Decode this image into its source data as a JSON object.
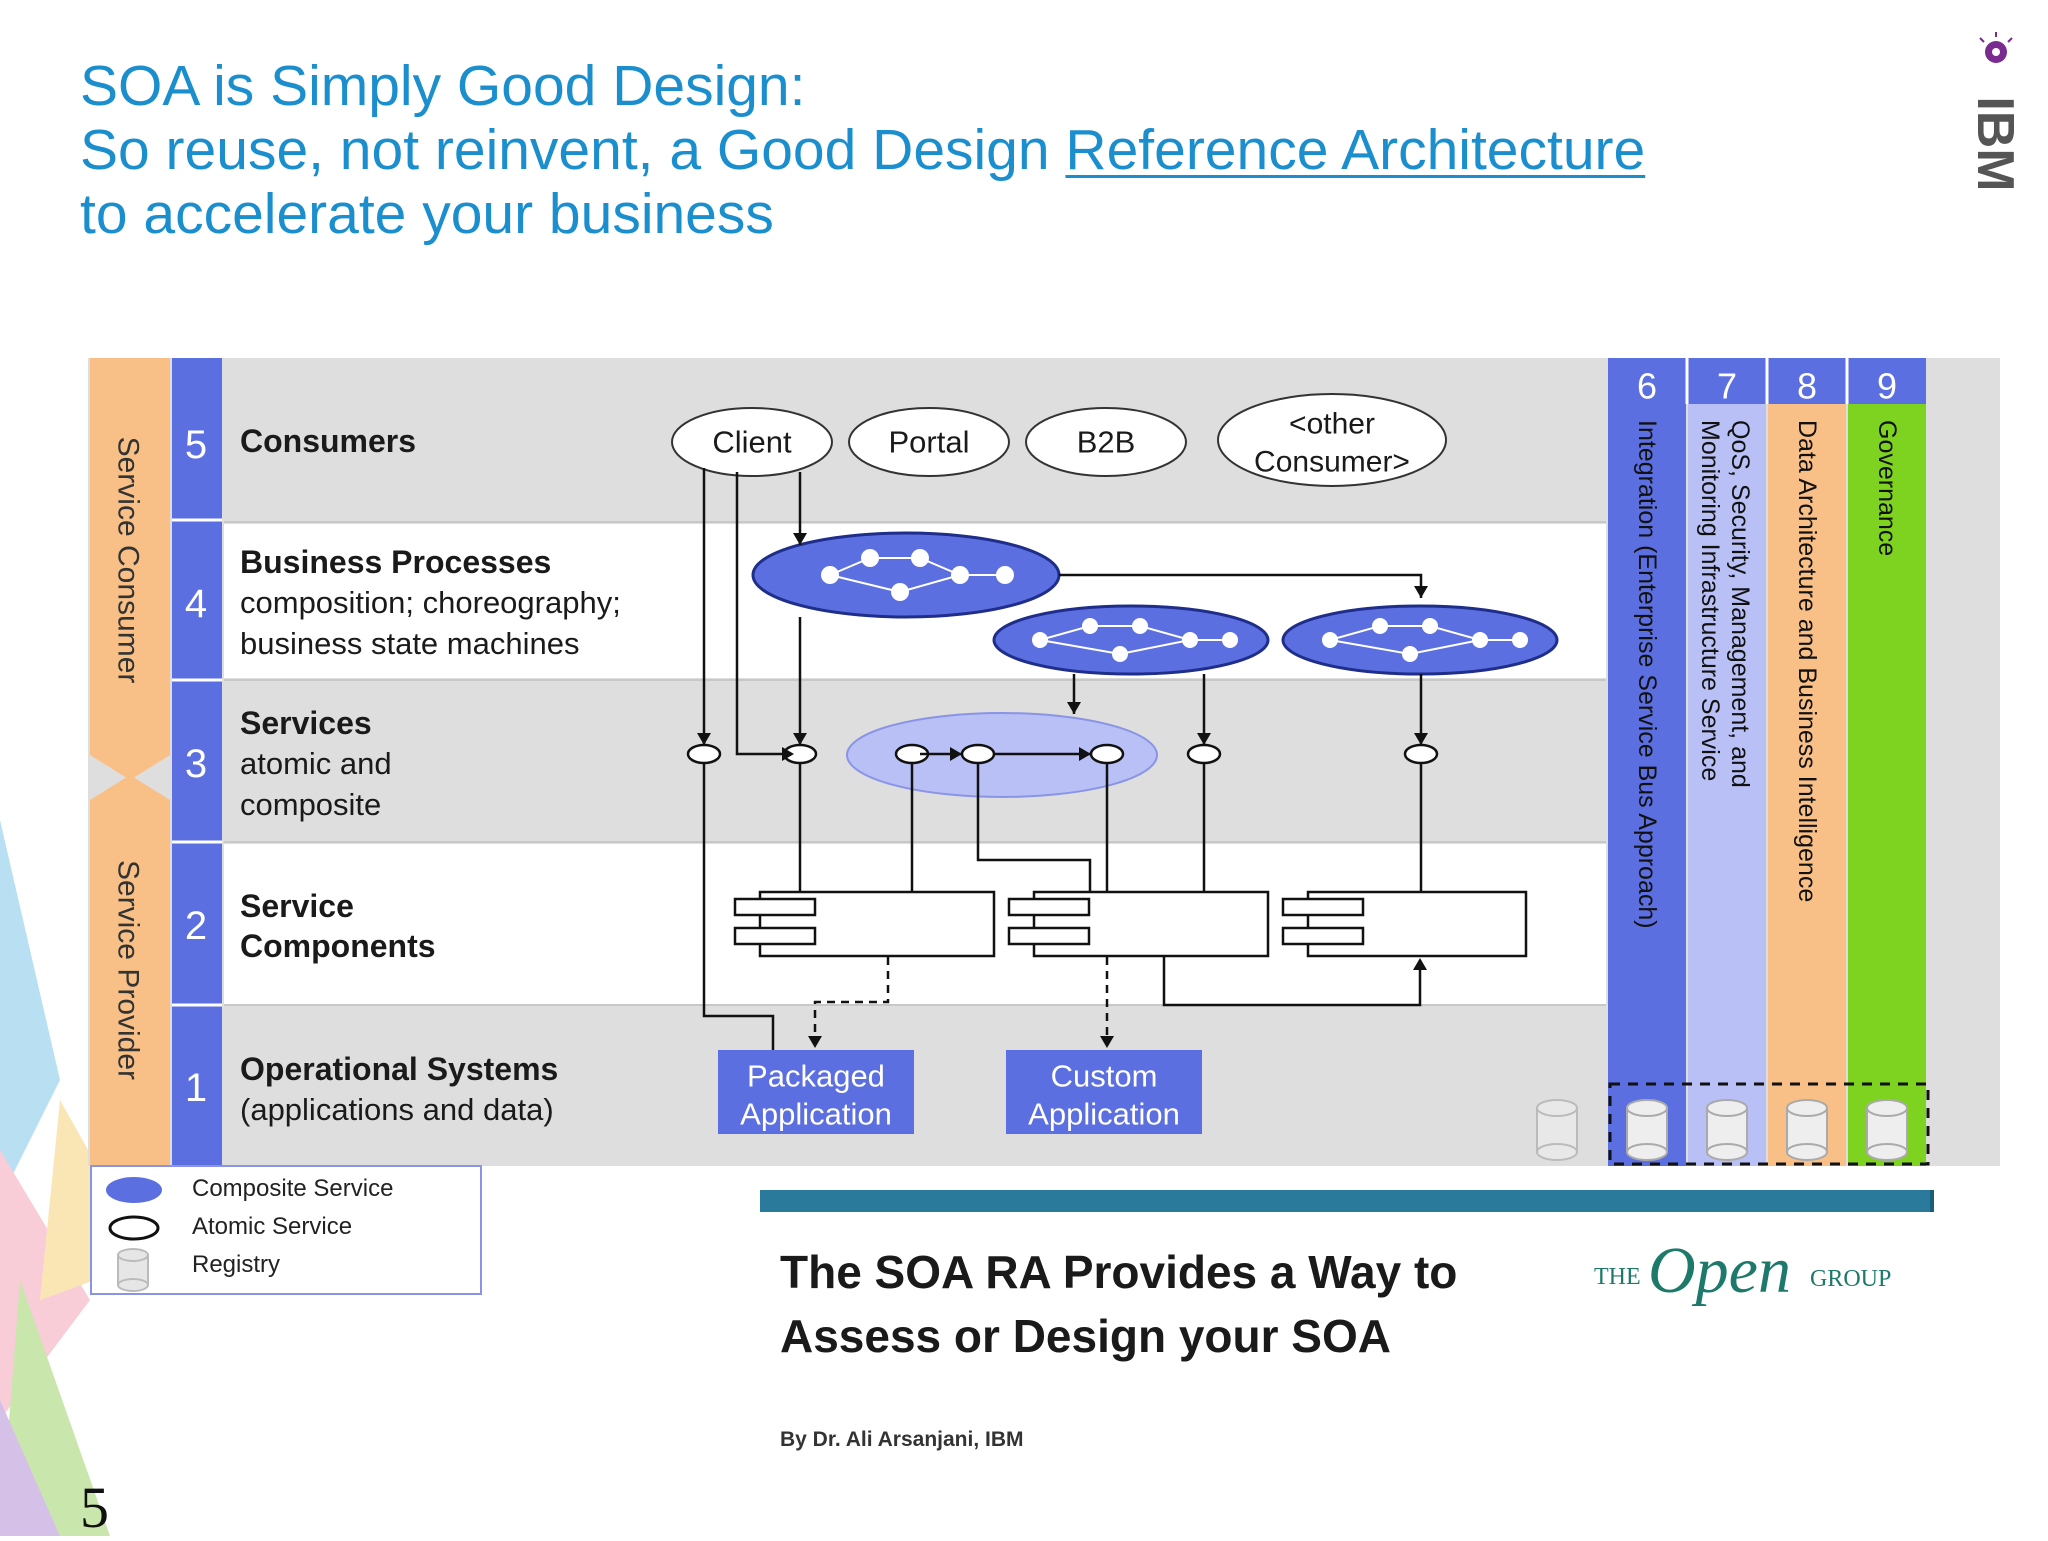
{
  "slide": {
    "title_line1": "SOA is Simply Good Design:",
    "title_line2_prefix": "So reuse, not reinvent, a Good Design ",
    "title_line2_link": "Reference Architecture",
    "title_line3": "to accelerate your business",
    "page_number": "5",
    "logo_text": "IBM"
  },
  "diagram": {
    "side_labels": {
      "consumer": "Service Consumer",
      "provider": "Service Provider"
    },
    "layers": [
      {
        "num": "5",
        "title": "Consumers",
        "sub": []
      },
      {
        "num": "4",
        "title": "Business Processes",
        "sub": [
          "composition; choreography;",
          "business state machines"
        ]
      },
      {
        "num": "3",
        "title": "Services",
        "sub": [
          "atomic and",
          "composite"
        ]
      },
      {
        "num": "2",
        "title": "Service",
        "sub": [
          "Components"
        ]
      },
      {
        "num": "1",
        "title": "Operational Systems",
        "sub": [
          "(applications and data)"
        ]
      }
    ],
    "consumers": [
      "Client",
      "Portal",
      "B2B",
      "<other",
      "Consumer>"
    ],
    "applications": {
      "packaged": [
        "Packaged",
        "Application"
      ],
      "custom": [
        "Custom",
        "Application"
      ]
    },
    "columns": [
      {
        "num": "6",
        "label": "Integration (Enterprise Service Bus Approach)",
        "color": "#5c6fe0"
      },
      {
        "num": "7",
        "label": "QoS, Security, Management, and",
        "label2": "Monitoring Infrastructure Service",
        "color": "#b9c0f6"
      },
      {
        "num": "8",
        "label": "Data Architecture and Business Intelligence",
        "color": "#f8c086"
      },
      {
        "num": "9",
        "label": "Governance",
        "color": "#7ed321"
      }
    ],
    "legend": {
      "composite": "Composite Service",
      "atomic": "Atomic Service",
      "registry": "Registry"
    }
  },
  "annotation": {
    "headline_line1": "The SOA RA Provides a Way to",
    "headline_line2": "Assess or Design your SOA",
    "byline": "By Dr. Ali Arsanjani, IBM",
    "org_the": "THE",
    "org_open": "Open",
    "org_group": "GROUP"
  },
  "colors": {
    "title": "#1b8fce",
    "layer_blue": "#5c6fe0",
    "side_orange": "#f8c086",
    "band_gray": "#dedede"
  }
}
